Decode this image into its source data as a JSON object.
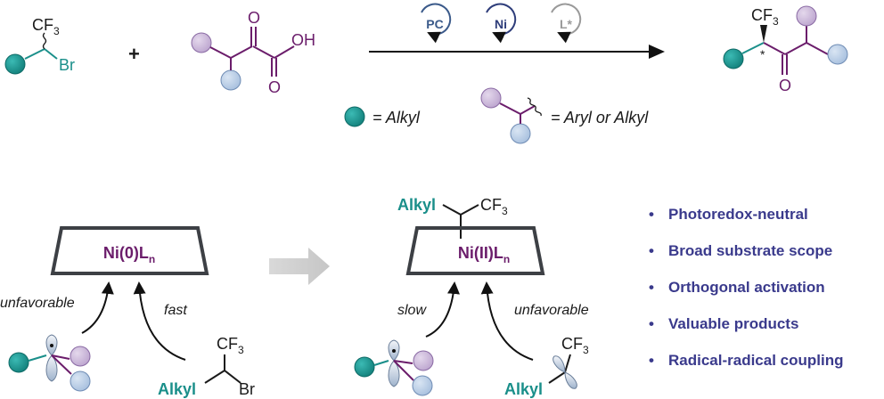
{
  "reaction": {
    "cf3": "CF",
    "three": "3",
    "br": "Br",
    "plus": "+",
    "oh": "OH",
    "o": "O",
    "star": "*",
    "cat_pc": "PC",
    "cat_ni": "Ni",
    "cat_l": "L*"
  },
  "legend": {
    "alkyl": "= Alkyl",
    "aryl_alkyl": "= Aryl or Alkyl"
  },
  "left_complex": {
    "metal": "Ni(0)L",
    "sub": "n",
    "unfavorable": "unfavorable",
    "fast": "fast",
    "alkyl": "Alkyl",
    "br": "Br",
    "cf3": "CF",
    "three": "3"
  },
  "right_complex": {
    "metal": "Ni(II)L",
    "sub": "n",
    "alkyl_top": "Alkyl",
    "cf3": "CF",
    "three": "3",
    "slow": "slow",
    "unfavorable": "unfavorable",
    "alkyl": "Alkyl"
  },
  "features": [
    "Photoredox-neutral",
    "Broad substrate scope",
    "Orthogonal activation",
    "Valuable products",
    "Radical-radical coupling"
  ],
  "colors": {
    "teal": "#1a8f8a",
    "purple": "#6b1d6b",
    "lavender": "#c9b6d6",
    "lightblue": "#b8cce4",
    "navy": "#3a3a8c",
    "catalyst_blue": "#3b5a8a",
    "catalyst_gray": "#9a9a9a"
  }
}
